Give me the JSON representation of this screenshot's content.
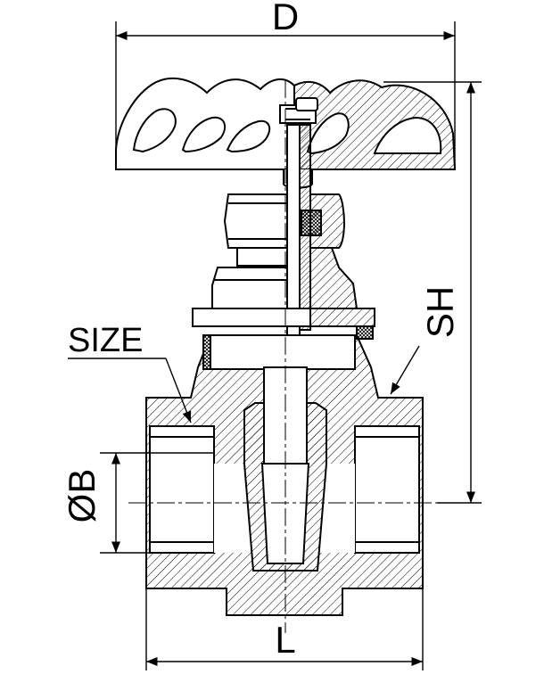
{
  "labels": {
    "d": "D",
    "sh": "SH",
    "size": "SIZE",
    "b": "ØB",
    "l": "L"
  },
  "colors": {
    "line": "#000000",
    "background": "#ffffff"
  }
}
